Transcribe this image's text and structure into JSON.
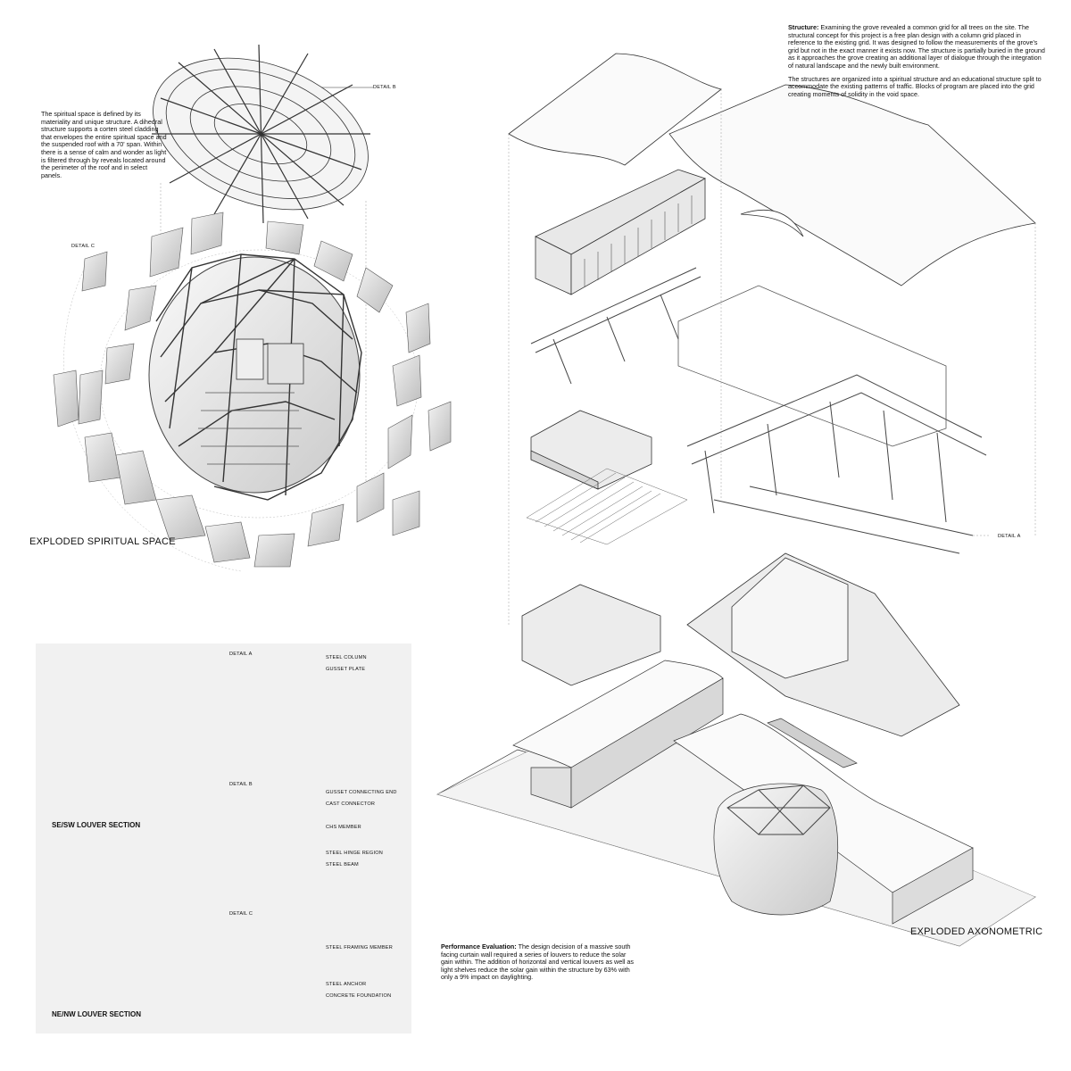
{
  "spiritual": {
    "description": "The spiritual space is defined by its materiality and unique structure. A dihedral structure supports a corten steel cladding that envelopes the entire spiritual space and the suspended roof with a 70' span. Within there is a sense of calm and wonder as light is filtered through by reveals located around the perimeter of the roof and in select panels.",
    "title": "EXPLODED SPIRITUAL SPACE",
    "detail_b_label": "DETAIL B",
    "detail_c_label": "DETAIL C"
  },
  "structure_text": {
    "heading": "Structure:",
    "body": "Examining the grove revealed a common grid for all trees on the site. The structural concept for this project is a free plan design with a column grid placed in reference to the existing grid. It was designed to follow the measurements of the grove's grid but not in the exact manner it exists now. The structure is partially buried in the ground as it approaches the grove creating an additional layer of dialogue through the integration of natural landscape and the newly built environment.",
    "body2": "The structures are organized into a spiritual structure and an educational structure split to accommodate the existing patterns of traffic. Blocks of program are placed into the grid creating moments of solidity in the void space."
  },
  "axonometric": {
    "title": "EXPLODED AXONOMETRIC",
    "detail_a_label": "DETAIL A"
  },
  "performance": {
    "heading": "Performance Evaluation:",
    "body": "The design decision of a massive south facing curtain wall required a series of louvers to reduce the solar gain within. The addition of horizontal and vertical louvers as well as light shelves reduce the solar gain within the structure by 63% with only a 9% impact on daylighting."
  },
  "details": {
    "a": {
      "title": "DETAIL A",
      "labels": [
        "STEEL COLUMN",
        "GUSSET PLATE"
      ]
    },
    "b": {
      "title": "DETAIL B",
      "labels": [
        "GUSSET CONNECTING END",
        "CAST CONNECTOR",
        "CHS MEMBER",
        "STEEL HINGE REGION",
        "STEEL BEAM"
      ]
    },
    "c": {
      "title": "DETAIL C",
      "labels": [
        "STEEL FRAMING MEMBER",
        "STEEL ANCHOR",
        "CONCRETE FOUNDATION"
      ]
    }
  },
  "louver": {
    "se_sw": "SE/SW LOUVER SECTION",
    "ne_nw": "NE/NW LOUVER SECTION"
  },
  "colors": {
    "light_yellow": "#f4f1b8",
    "light_tan": "#e8cdb0",
    "panel_bg": "#f1f1f1",
    "line": "#222222"
  }
}
